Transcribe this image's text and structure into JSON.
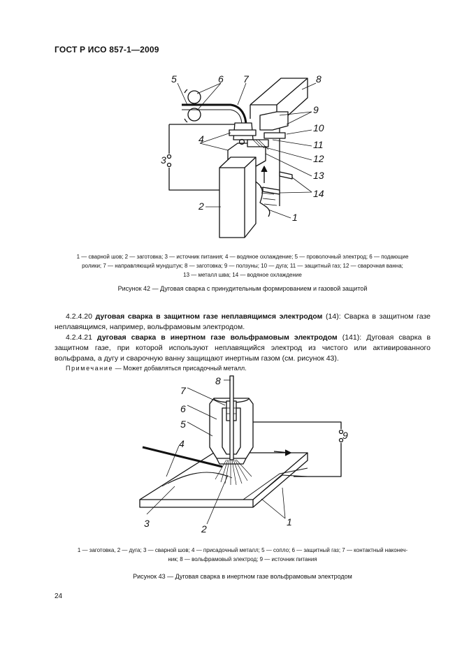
{
  "header": {
    "title": "ГОСТ Р ИСО 857-1—2009"
  },
  "figure42": {
    "callouts": [
      "1",
      "2",
      "3",
      "4",
      "5",
      "6",
      "7",
      "8",
      "9",
      "10",
      "11",
      "12",
      "13",
      "14"
    ],
    "legend_lines": [
      "1 — сварной шов; 2 — заготовка; 3 — источник питания; 4 — водяное охлаждение; 5 — проволочный электрод; 6 — подающие",
      "ролики; 7 — направляющий мундштук; 8 — заготовка; 9 — ползуны; 10 — дуга; 11 — защитный газ; 12 — сварочная ванна;",
      "13 — металл шва; 14 — водяное охлаждение"
    ],
    "caption": "Рисунок 42 — Дуговая сварка с принудительным формированием и газовой защитой"
  },
  "section_4_2_4_20": {
    "number": "4.2.4.20",
    "term": "дуговая сварка в защитном газе неплавящимся электродом",
    "code": "(14):",
    "definition": "Сварка в защитном газе неплавящимся, например, вольфрамовым электродом."
  },
  "section_4_2_4_21": {
    "number": "4.2.4.21",
    "term": "дуговая сварка в инертном газе вольфрамовым электродом",
    "code": "(141):",
    "definition": "Дуговая сварка в защитном газе, при которой используют неплавящийся электрод из чистого или активированного вольфрама, а дугу и сварочную ванну защищают инертным газом (см. рисунок 43)."
  },
  "note": {
    "label": "Примечание",
    "text": "— Может добавляться присадочный металл."
  },
  "figure43": {
    "callouts": [
      "1",
      "2",
      "3",
      "4",
      "5",
      "6",
      "7",
      "8",
      "9"
    ],
    "legend_lines": [
      "1 — заготовка, 2 — дуга; 3 — сварной шов; 4 — присадочный металл; 5 — сопло; 6 — защитный газ; 7 — контактный наконеч-",
      "ник; 8 — вольфрамовый электрод; 9 — источник питания"
    ],
    "caption": "Рисунок 43 — Дуговая сварка в инертном газе вольфрамовым электродом"
  },
  "footer": {
    "page_number": "24"
  }
}
